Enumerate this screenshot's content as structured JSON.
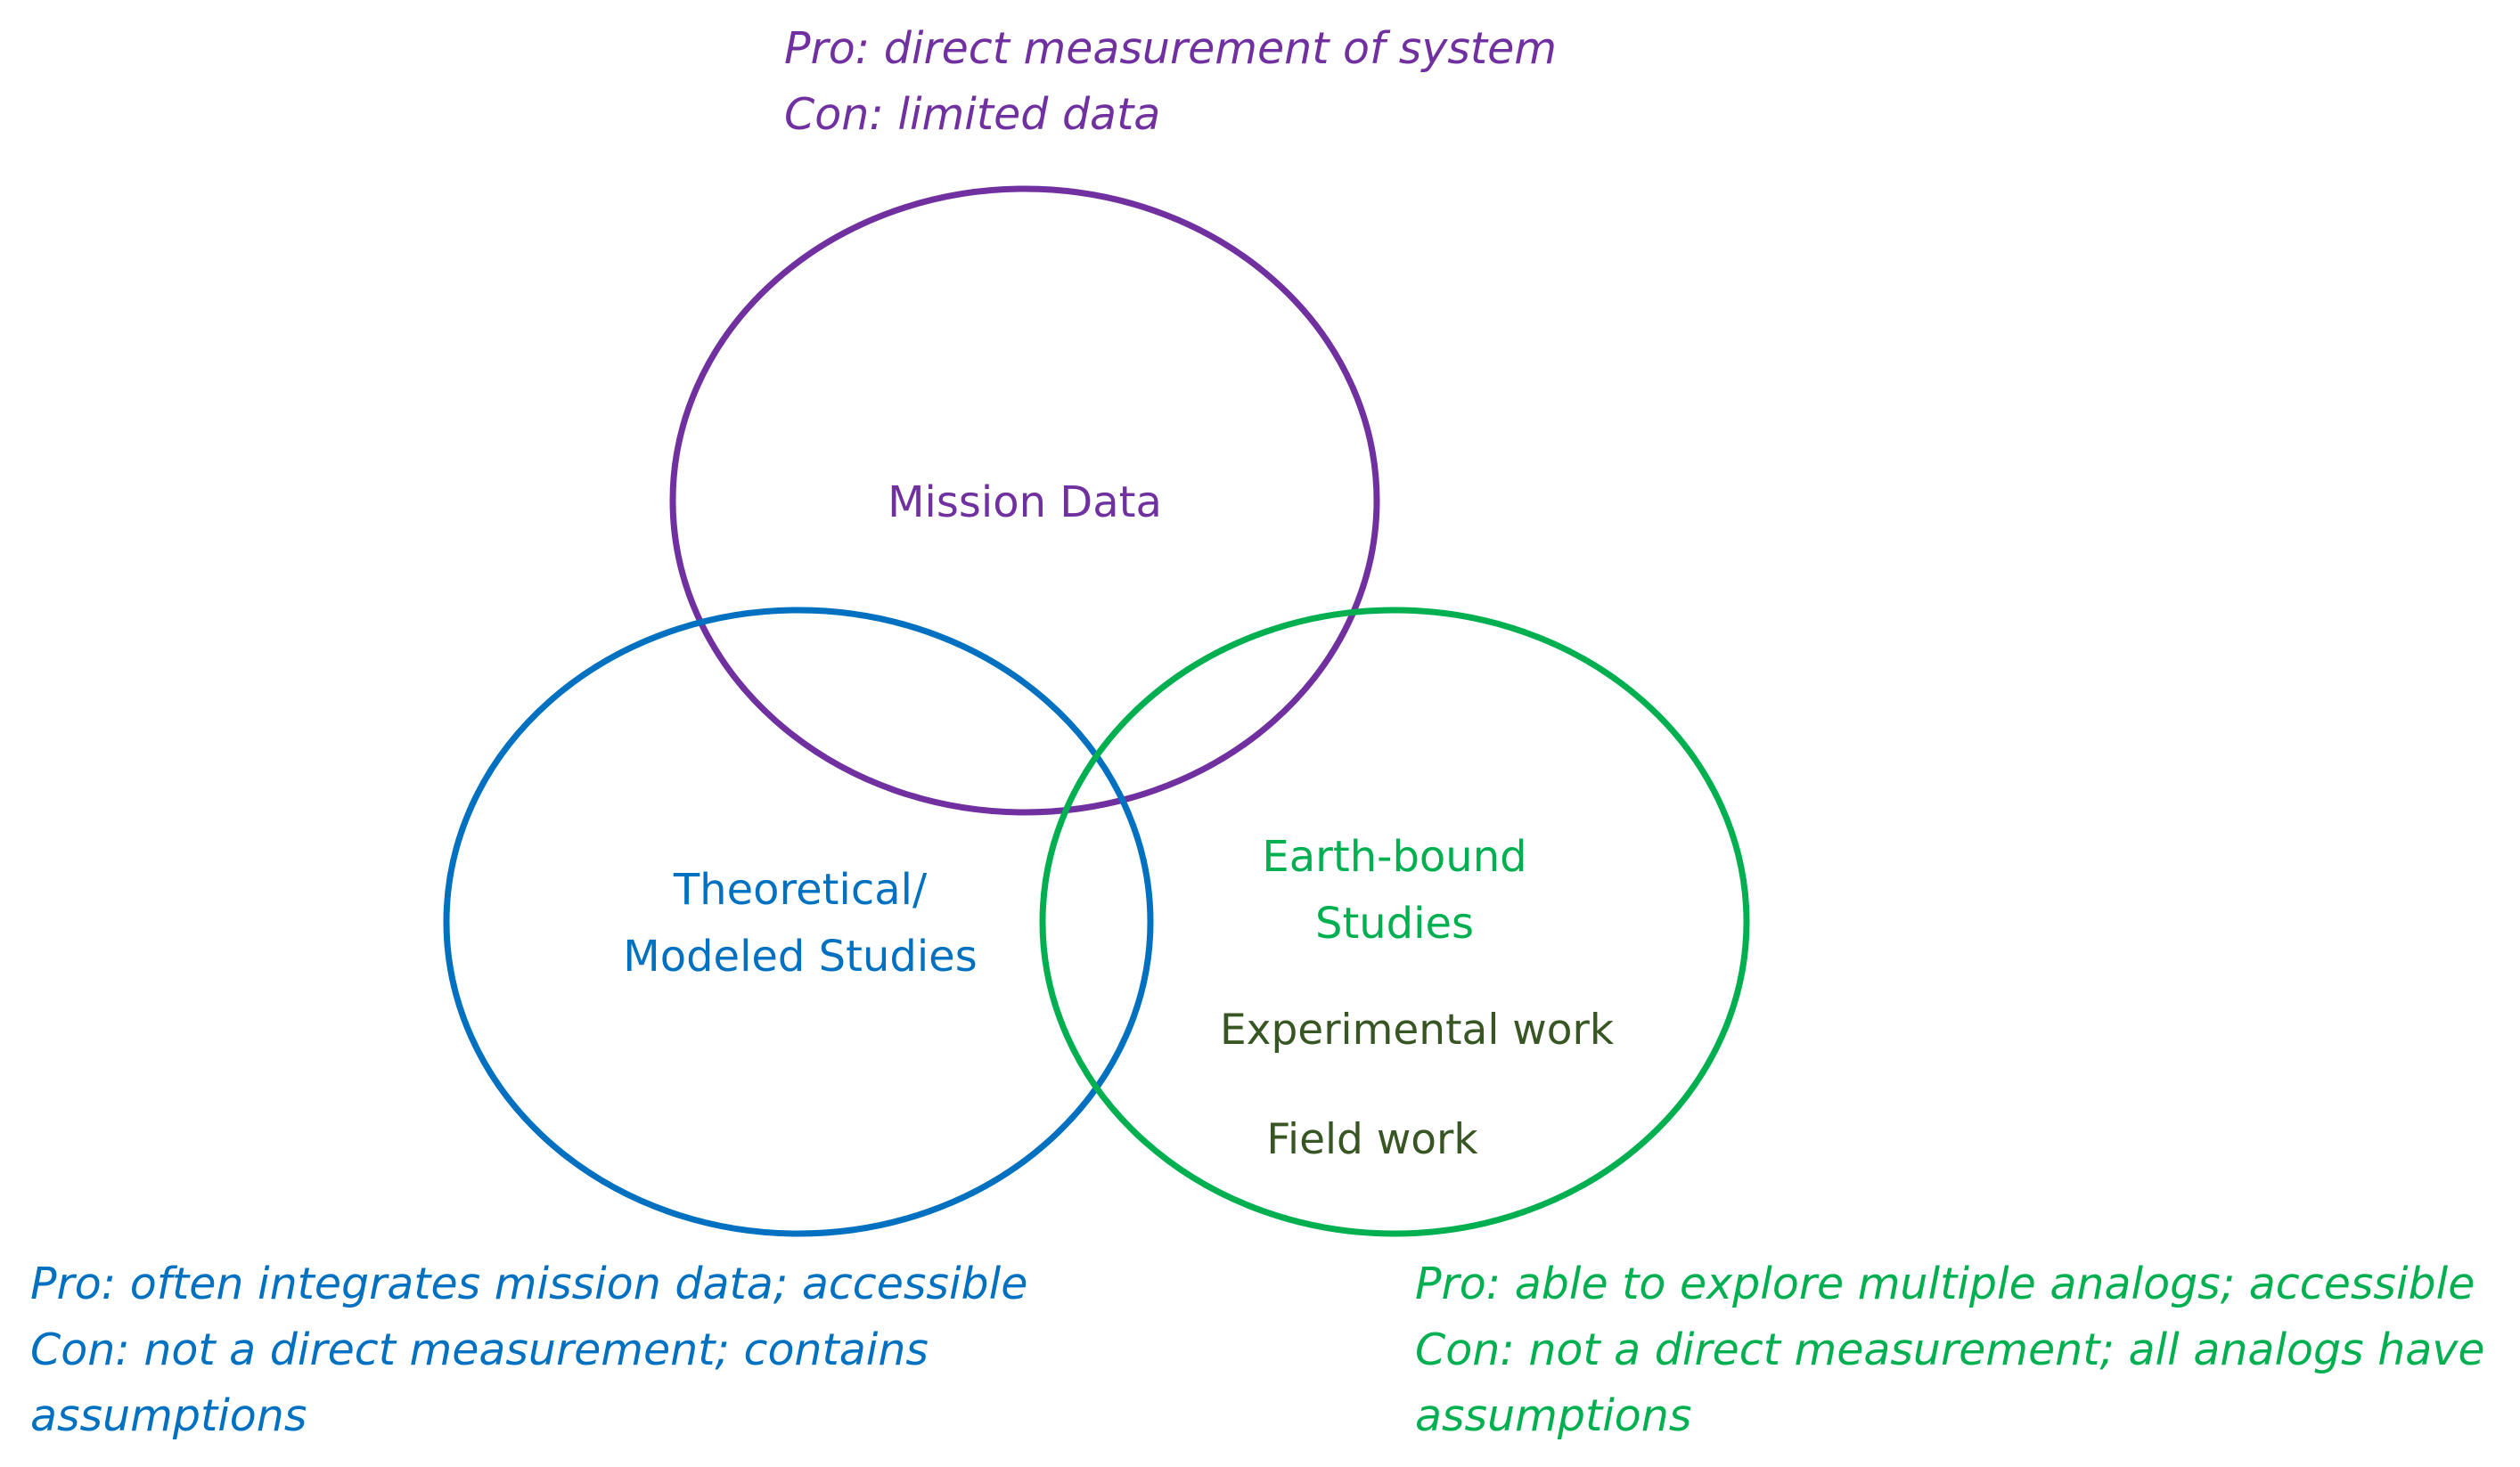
{
  "colors": {
    "mission": "#7030a0",
    "theoretical": "#0070c0",
    "earth": "#00b050",
    "earth_sub": "#375623"
  },
  "circles": {
    "mission": {
      "label": "Mission Data"
    },
    "theoretical": {
      "label_lines": [
        "Theoretical/",
        "Modeled Studies"
      ]
    },
    "earth": {
      "label_lines": [
        "Earth-bound",
        "Studies"
      ],
      "sub_items": [
        "Experimental work",
        "Field work"
      ]
    }
  },
  "notes": {
    "mission": {
      "lines": [
        "Pro: direct measurement of system",
        "Con: limited data"
      ]
    },
    "theoretical": {
      "lines": [
        "Pro: often integrates mission data; accessible",
        "Con: not a direct measurement; contains",
        "assumptions"
      ]
    },
    "earth": {
      "lines": [
        "Pro: able to explore multiple analogs; accessible",
        "Con: not a direct measurement; all analogs have",
        "assumptions"
      ]
    }
  }
}
